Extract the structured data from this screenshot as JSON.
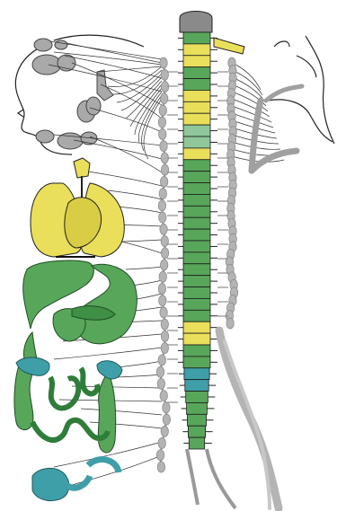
{
  "figure": {
    "colors": {
      "background": "#ffffff",
      "outline": "#222222",
      "nerve": "#333333",
      "chain": "#b4b4b4",
      "chain_dark": "#8c8c8c",
      "yellow": "#e9df5a",
      "yellow_dark": "#c8bf3a",
      "green": "#58a65a",
      "green_dark": "#2f7d3a",
      "light_green": "#8fc79a",
      "teal": "#3f9fa8",
      "teal_dark": "#2c7f86",
      "vertebra_gray": "#8a8a8a"
    },
    "spine_segments": [
      "gray",
      "yellow",
      "yellow",
      "green",
      "green",
      "yellow",
      "yellow",
      "yellow",
      "light_green",
      "light_green",
      "yellow",
      "green",
      "green",
      "green",
      "green",
      "green",
      "green",
      "green",
      "green",
      "green",
      "green",
      "green",
      "green",
      "green",
      "green",
      "yellow",
      "yellow",
      "green",
      "green",
      "teal",
      "teal",
      "green",
      "green",
      "green",
      "green",
      "green"
    ],
    "icons": [
      "ganglion-icon",
      "sympathetic-chain-icon",
      "spinal-cord-icon",
      "lungs-icon",
      "heart-icon",
      "stomach-icon",
      "intestine-icon",
      "bladder-icon"
    ]
  }
}
